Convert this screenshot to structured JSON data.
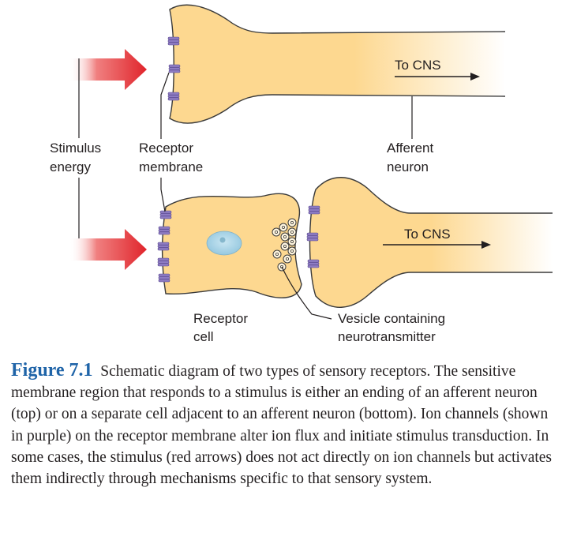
{
  "labels": {
    "to_cns_top": "To CNS",
    "to_cns_bottom": "To CNS",
    "stimulus_line1": "Stimulus",
    "stimulus_line2": "energy",
    "receptor_membrane_line1": "Receptor",
    "receptor_membrane_line2": "membrane",
    "afferent_line1": "Afferent",
    "afferent_line2": "neuron",
    "receptor_cell_line1": "Receptor",
    "receptor_cell_line2": "cell",
    "vesicle_line1": "Vesicle containing",
    "vesicle_line2": "neurotransmitter"
  },
  "caption": {
    "figure_number": "Figure 7.1",
    "text": "Schematic diagram of two types of sensory receptors. The sensitive membrane region that responds to a stimulus is either an ending of an afferent neuron (top) or on a separate cell adjacent to an afferent neuron (bottom). Ion channels (shown in purple) on the receptor membrane alter ion flux and initiate stimulus transduction. In some cases, the stimulus (red arrows) does not act directly on ion channels but activates them indirectly through mechanisms specific to that sensory system."
  },
  "colors": {
    "cell_fill": "#fdd890",
    "cell_stroke": "#3a3a3a",
    "ion_channel": "#8e7cc3",
    "stimulus_arrow": "#e0242b",
    "nucleus": "#a9d3e6",
    "caption_figure_number": "#1f64a8"
  }
}
